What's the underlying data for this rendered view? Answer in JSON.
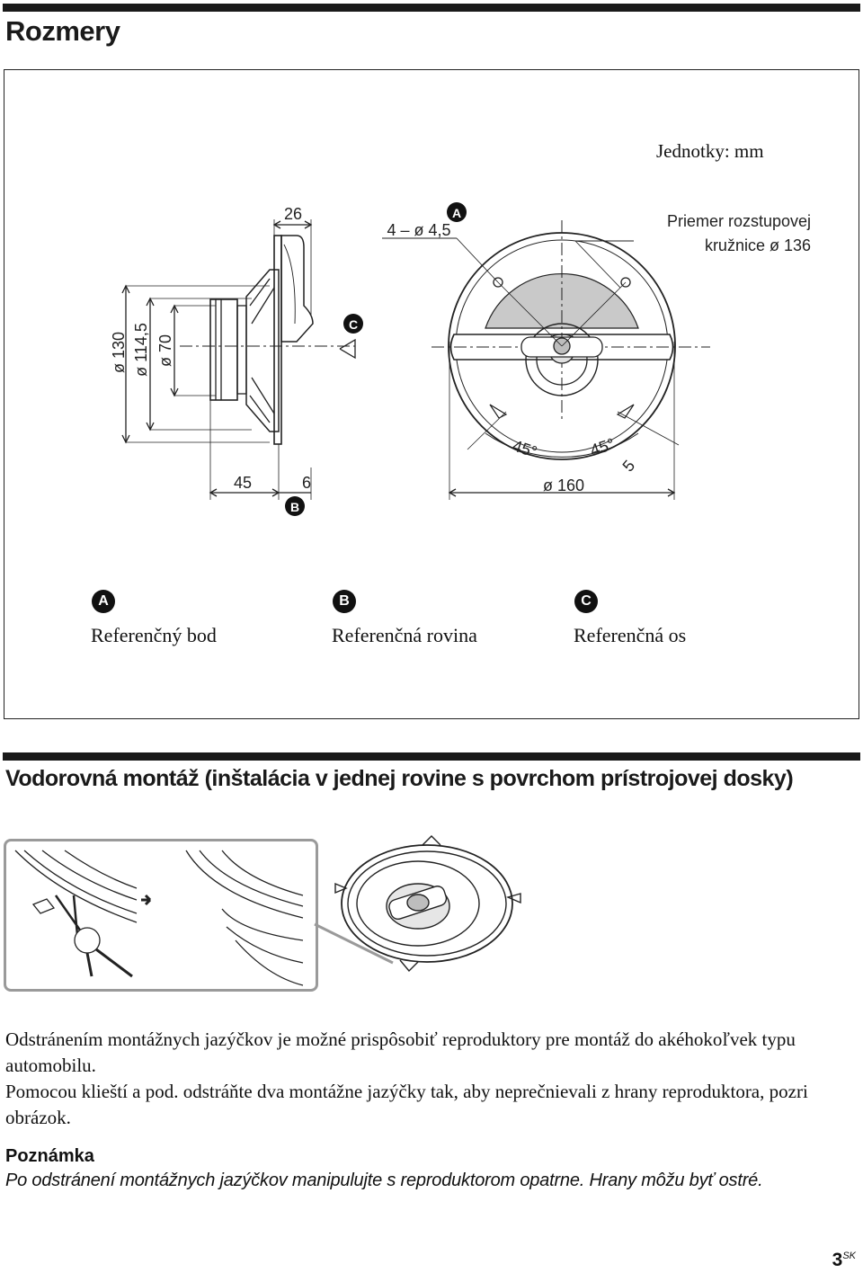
{
  "section1": {
    "title": "Rozmery"
  },
  "units": "Jednotky: mm",
  "dims": {
    "d130": "ø 130",
    "d114": "ø 114,5",
    "d70": "ø 70",
    "w26": "26",
    "w45": "45",
    "w6": "6",
    "holes": "4 – ø 4,5",
    "pcd_line1": "Priemer rozstupovej",
    "pcd_line2": "kružnice ø 136",
    "d160": "ø 160",
    "ang1": "45°",
    "ang2": "45°",
    "five": "5",
    "mA": "A",
    "mB": "B",
    "mC": "C"
  },
  "legend": [
    {
      "marker": "A",
      "label": "Referenčný bod"
    },
    {
      "marker": "B",
      "label": "Referenčná rovina"
    },
    {
      "marker": "C",
      "label": "Referenčná os"
    }
  ],
  "section2": {
    "title": "Vodorovná montáž (inštalácia v jednej rovine s povrchom prístrojovej dosky)"
  },
  "body": {
    "p1": "Odstránením montážnych jazýčkov je možné prispôsobiť reproduktory pre montáž do akéhokoľvek typu automobilu.",
    "p2": "Pomocou klieští a pod. odstráňte dva montážne jazýčky tak, aby neprečnievali z hrany reproduktora, pozri obrázok."
  },
  "note": {
    "title": "Poznámka",
    "text": "Po odstránení montážnych jazýčkov manipulujte s reproduktorom opatrne. Hrany môžu byť ostré."
  },
  "page": {
    "number": "3",
    "suffix": "SK"
  }
}
